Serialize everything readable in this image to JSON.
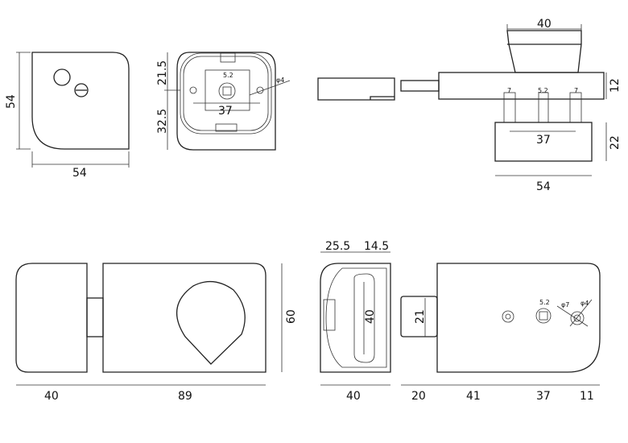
{
  "views": {
    "front_small": {
      "height": "54",
      "width": "54"
    },
    "back_plate": {
      "upper": "21.5",
      "lower": "32.5",
      "spindle": "5.2",
      "holes_spacing": "37",
      "hole_dia": "φ4"
    },
    "top_view": {
      "knob_width": "40",
      "plate_thickness": "12",
      "pin1": "7",
      "spindle": "5.2",
      "pin2": "7",
      "pin_spacing": "37",
      "base_thickness": "22",
      "base_width": "54"
    },
    "front_assembly": {
      "left_width": "40",
      "body_width": "89",
      "height": "60"
    },
    "side_view": {
      "depth_a": "25.5",
      "depth_b": "14.5",
      "slot": "40",
      "width": "40"
    },
    "rear_view": {
      "bolt_height": "21",
      "bolt": "20",
      "seg1": "41",
      "seg2": "37",
      "seg3": "11",
      "spindle": "5.2",
      "hole_a": "φ7",
      "hole_b": "φ4"
    }
  }
}
